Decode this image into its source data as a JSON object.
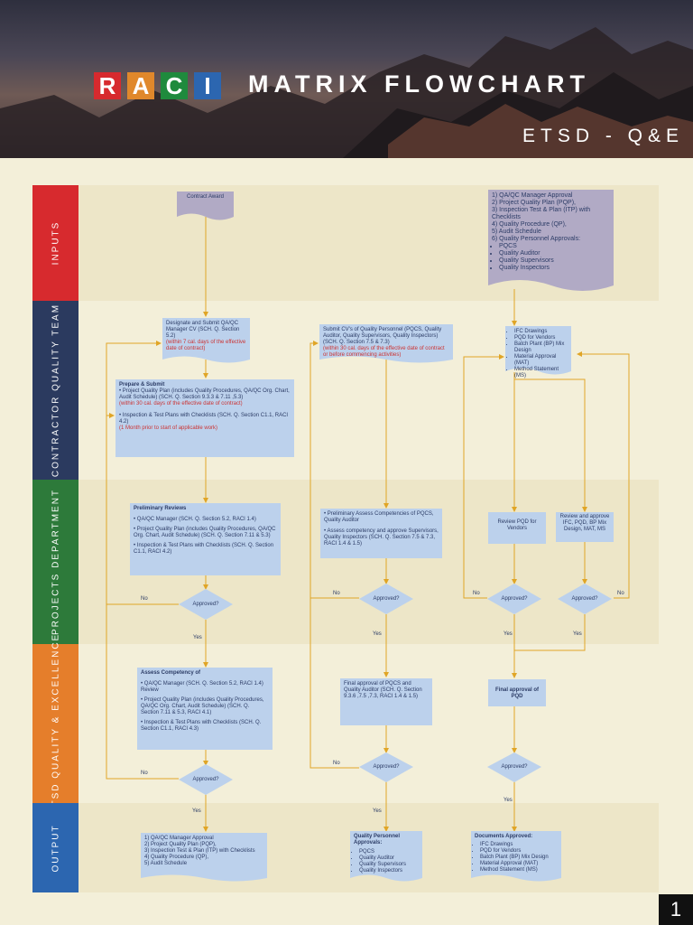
{
  "header": {
    "raci_letters": [
      {
        "letter": "R",
        "color": "#d72a2e"
      },
      {
        "letter": "A",
        "color": "#e0882b"
      },
      {
        "letter": "C",
        "color": "#1f8a3d"
      },
      {
        "letter": "I",
        "color": "#2c66b0"
      }
    ],
    "title": "MATRIX FLOWCHART",
    "subtitle": "ETSD - Q&E"
  },
  "lanes": [
    {
      "label": "INPUTS",
      "color": "#d72a2e"
    },
    {
      "label": "CONTRACTOR QUALITY TEAM",
      "color": "#2b3a5f"
    },
    {
      "label": "PROJECTS DEPARTMENT",
      "color": "#2d7a3a"
    },
    {
      "label": "ETSD QUALITY & EXCELLENCE",
      "color": "#e57e2b"
    },
    {
      "label": "OUTPUT",
      "color": "#2c66b0"
    }
  ],
  "inputs": {
    "contract_award": "Contract Award",
    "approvals_list": [
      "1) QA/QC Manager Approval",
      "2) Project Quality Plan (PQP),",
      "3) Inspection Test & Plan (ITP) with Checklists",
      "4) Quality Procedure (QP),",
      "5) Audit Schedule",
      "6) Quality Personnel Approvals:"
    ],
    "approvals_bullets": [
      "PQCS",
      "Quality Auditor",
      "Quality Supervisors",
      "Quality Inspectors"
    ]
  },
  "contractor": {
    "designate": "Designate and Submit QA/QC Manager CV (SCH. Q. Section 5.2)",
    "designate_note": "(within 7 cal. days of the effective date of contract)",
    "prepare_title": "Prepare & Submit",
    "prepare_b1": "Project Quality Plan (includes Quality Procedures, QA/QC Org. Chart, Audit Schedule) (SCH. Q. Section 9.3.3 & 7.11 ,5.3)",
    "prepare_note1": "(within 30 cal. days of the effective date of contract)",
    "prepare_b2": "Inspection & Test Plans with Checklists (SCH. Q. Section C1.1, RACI 4.2)",
    "prepare_note2": "(1 Month prior to start of applicable work)",
    "submit_cv": "Submit CV's of Quality Personnel (PQCS, Quality Auditor, Quality Supervisors, Quality Inspectors) (SCH. Q. Section 7.5 & 7.3)",
    "submit_cv_note": "(within 30 cal. days of the effective date of contract or before commencing activities)",
    "ifc_list": [
      "IFC Drawings",
      "PQD for Vendors",
      "Batch Plant (BP) Mix Design",
      "Material Approval (MAT)",
      "Method Statement (MS)"
    ]
  },
  "projects": {
    "prelim_title": "Preliminary Reviews",
    "prelim_b1": "QA/QC Manager (SCH. Q. Section 5.2, RACI 1.4)",
    "prelim_b2": "Project Quality Plan (includes Quality Procedures, QA/QC Org. Chart, Audit Schedule) (SCH. Q. Section 7.11 & 5.3)",
    "prelim_b3": "Inspection & Test Plans with Checklists (SCH. Q. Section C1.1, RACI 4.2)",
    "prelim_pqcs_b1": "Preliminary Assess Competencies of PQCS, Quality Auditor",
    "prelim_pqcs_b2": "Assess competency and approve Supervisors, Quality Inspectors (SCH. Q. Section 7.5 & 7.3, RACI 1.4 & 1.5)",
    "review_pqd": "Review PQD for Vendors",
    "review_ifc": "Review and approve IFC, PQD, BP Mix Design, MAT, MS",
    "approved": "Approved?",
    "no": "No",
    "yes": "Yes"
  },
  "etsd": {
    "assess_title": "Assess Competency of",
    "assess_b1": "QA/QC Manager (SCH. Q. Section 5.2, RACI 1.4) Review",
    "assess_b2": "Project Quality Plan (includes Quality Procedures, QA/QC Org. Chart, Audit Schedule) (SCH. Q. Section 7.11 & 5.3, RACI 4.1)",
    "assess_b3": "Inspection & Test Plans with Checklists (SCH. Q. Section C1.1, RACI 4.3)",
    "final_pqcs": "Final approval of PQCS and Quality Auditor (SCH. Q. Section 9.3.6 ,7.5 ,7.3, RACI 1.4 & 1.5)",
    "final_pqd": "Final approval of PQD"
  },
  "output": {
    "out1": [
      "1) QA/QC Manager Approval",
      "2) Project Quality Plan (PQP),",
      "3) Inspection Test & Plan (ITP) with Checklists",
      "4) Quality Procedure (QP),",
      "5) Audit Schedule"
    ],
    "out2_title": "Quality Personnel Approvals:",
    "out2_bullets": [
      "PQCS",
      "Quality Auditor",
      "Quality Supervisors",
      "Quality Inspectors"
    ],
    "out3_title": "Documents Approved:",
    "out3_bullets": [
      "IFC Drawings",
      "PQD for Vendors",
      "Batch Plant (BP) Mix Design",
      "Material Approval (MAT)",
      "Method Statement (MS)"
    ]
  },
  "page_number": "1"
}
